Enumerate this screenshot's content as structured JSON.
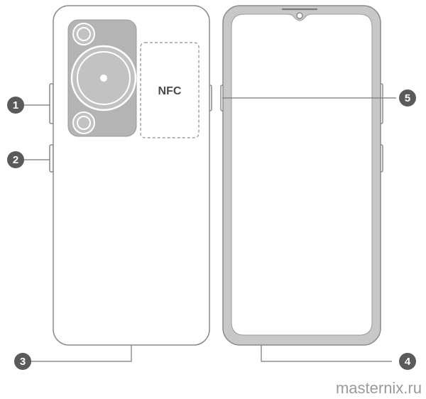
{
  "diagram": {
    "back_panel": {
      "nfc_label": "NFC"
    },
    "callouts": [
      {
        "number": "1"
      },
      {
        "number": "2"
      },
      {
        "number": "3"
      },
      {
        "number": "4"
      },
      {
        "number": "5"
      }
    ],
    "watermark": "masternix.ru"
  },
  "colors": {
    "outline": "#8a8a8a",
    "camera_module": "#b4b4b4",
    "front_bezel": "#c8c8c8",
    "callout_fill": "#5a5a5a",
    "leader_line": "#777777"
  }
}
